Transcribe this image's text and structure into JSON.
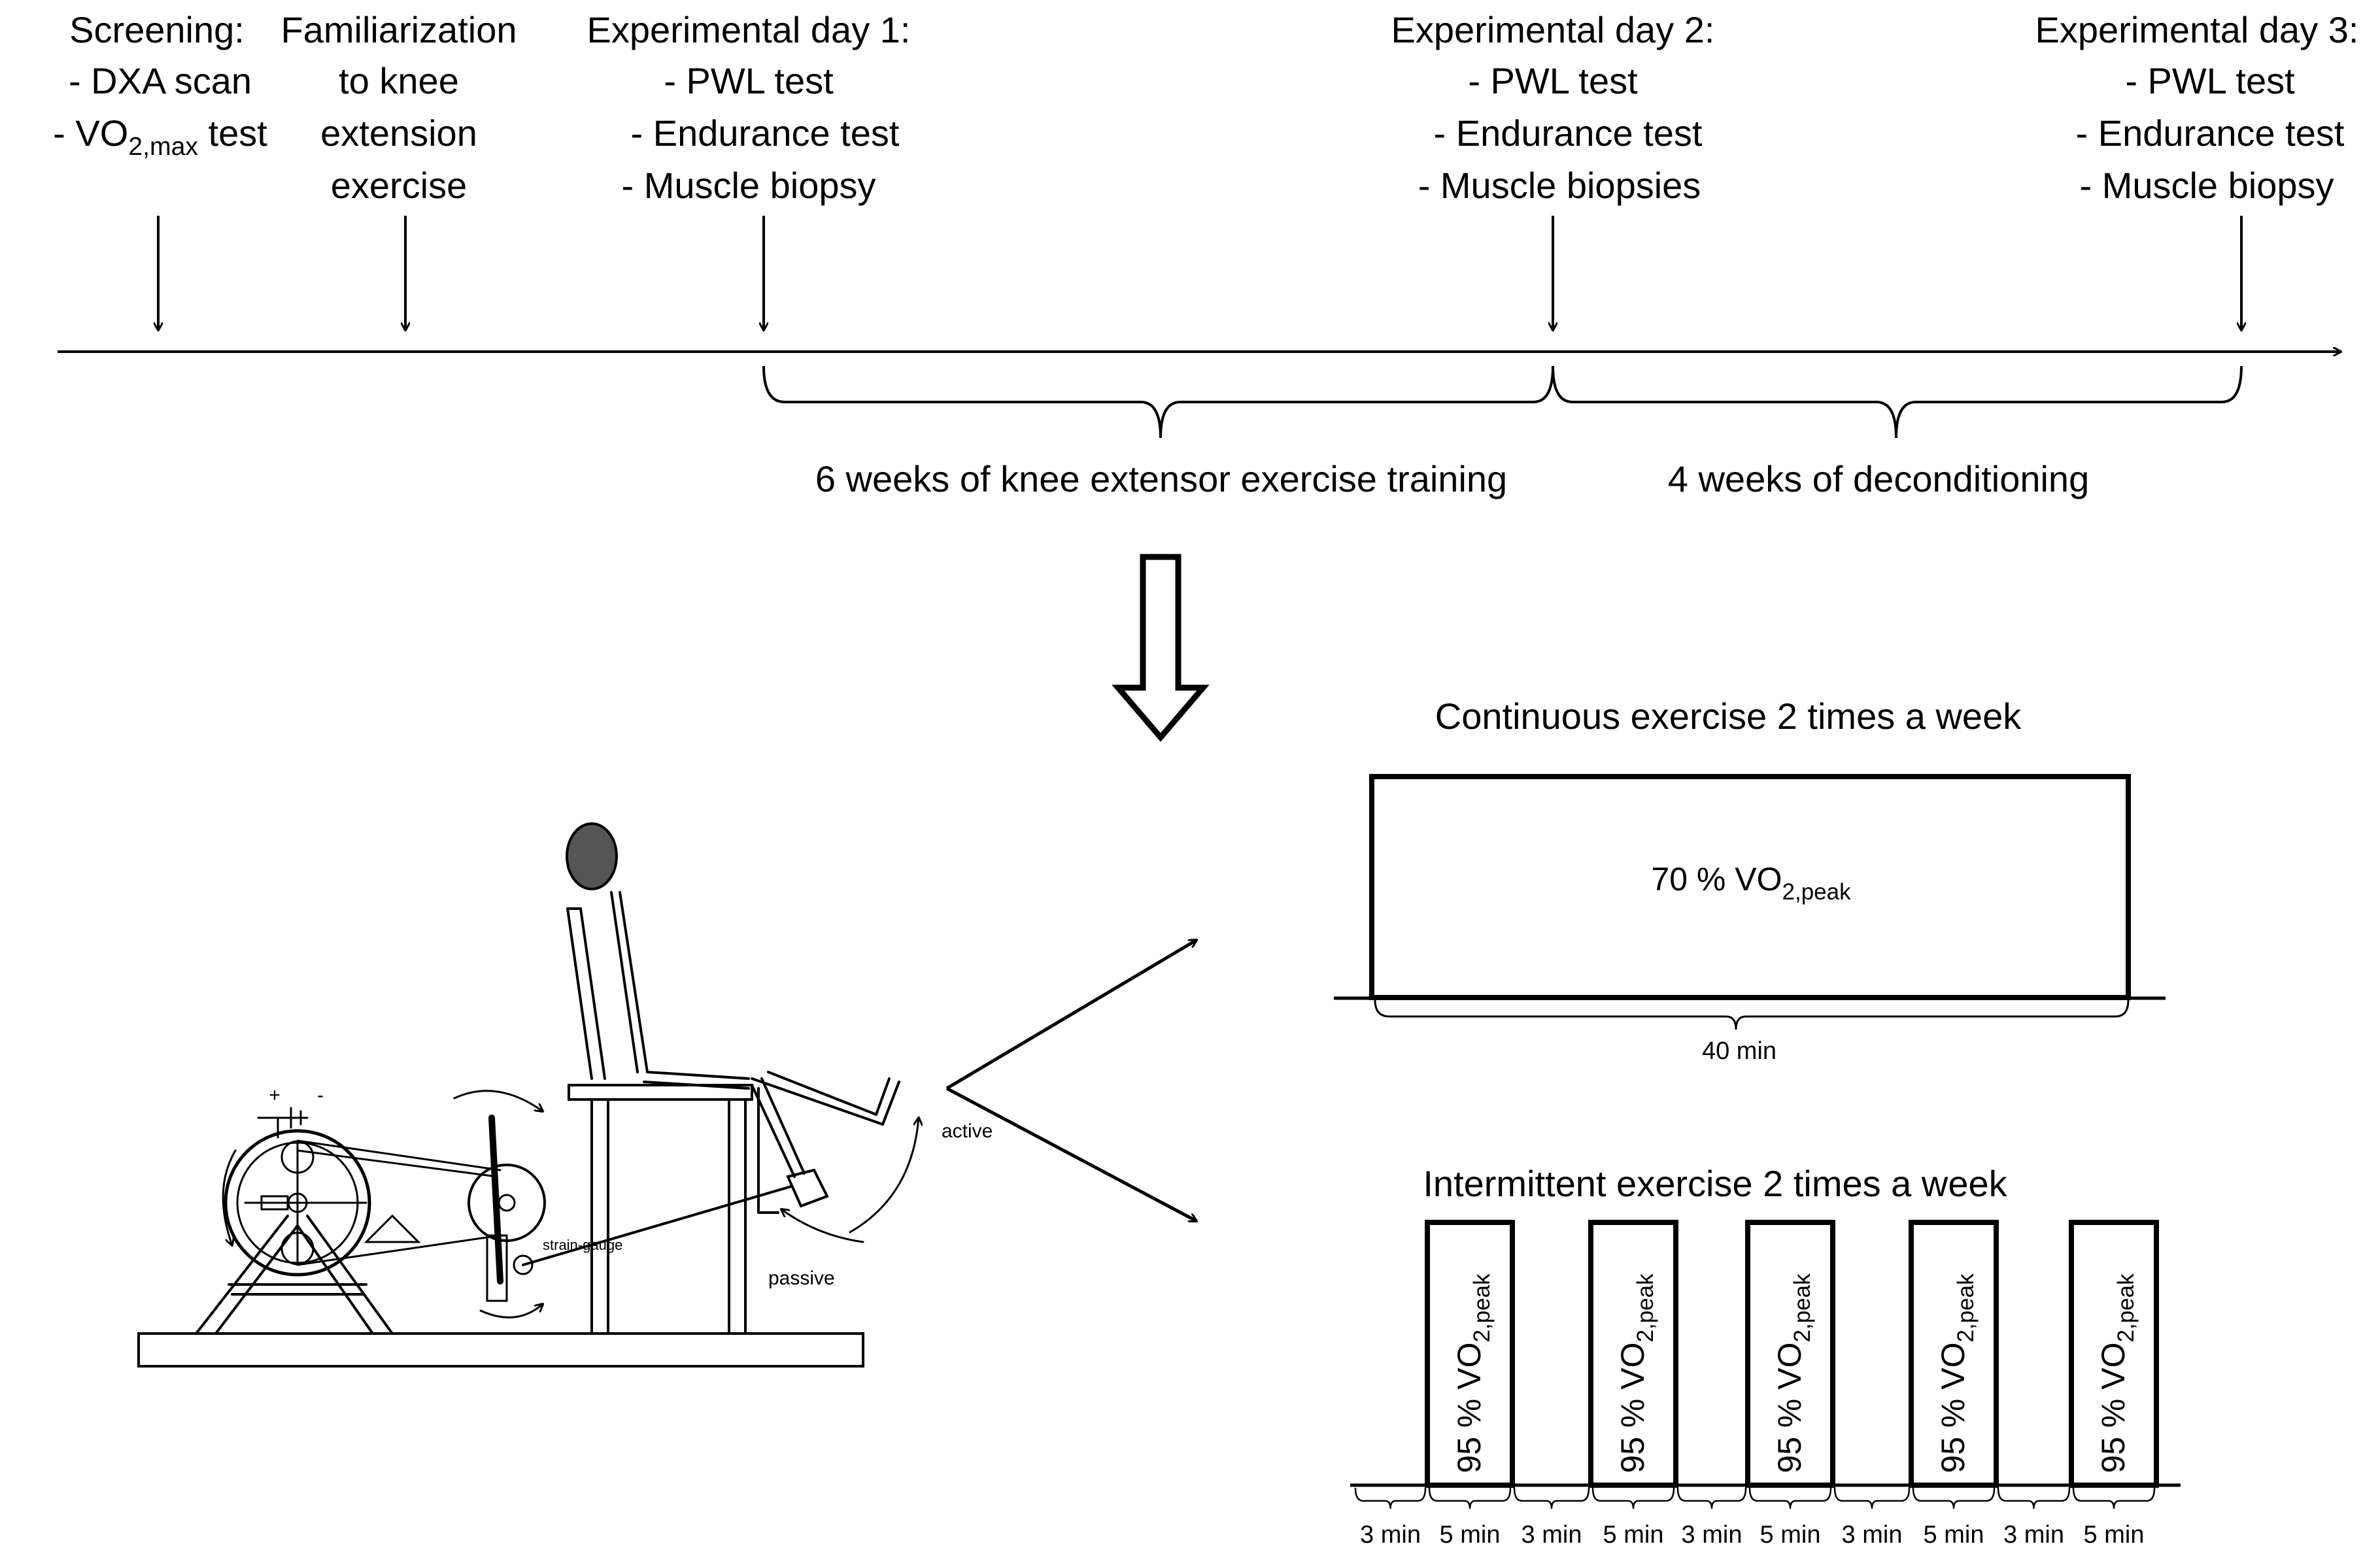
{
  "timeline": {
    "events": [
      {
        "title": "Screening:",
        "lines": [
          "- DXA scan"
        ],
        "vo2_line": {
          "prefix": "- VO",
          "sub": "2,max",
          "suffix": " test"
        }
      },
      {
        "title": "Familiarization",
        "lines": [
          "to knee",
          "extension",
          "exercise"
        ]
      },
      {
        "title": "Experimental day 1:",
        "lines": [
          "- PWL test",
          "- Endurance test",
          "- Muscle biopsy"
        ]
      },
      {
        "title": "Experimental day 2:",
        "lines": [
          "- PWL test",
          "- Endurance test",
          "- Muscle biopsies"
        ]
      },
      {
        "title": "Experimental day 3:",
        "lines": [
          "- PWL test",
          "- Endurance test",
          "- Muscle biopsy"
        ]
      }
    ],
    "phases": [
      {
        "label": "6 weeks of knee extensor exercise training"
      },
      {
        "label": "4 weeks of deconditioning"
      }
    ]
  },
  "continuous": {
    "title": "Continuous exercise 2 times a week",
    "intensity": {
      "prefix": "70 % VO",
      "sub": "2,peak"
    },
    "duration": "40 min"
  },
  "intermittent": {
    "title": "Intermittent exercise 2 times a week",
    "bouts": [
      {
        "prefix": "95 % VO",
        "sub": "2,peak"
      },
      {
        "prefix": "95 % VO",
        "sub": "2,peak"
      },
      {
        "prefix": "95 % VO",
        "sub": "2,peak"
      },
      {
        "prefix": "95 % VO",
        "sub": "2,peak"
      },
      {
        "prefix": "95 % VO",
        "sub": "2,peak"
      }
    ],
    "durations": [
      "3 min",
      "5 min",
      "3 min",
      "5 min",
      "3 min",
      "5 min",
      "3 min",
      "5 min",
      "3 min",
      "5 min"
    ]
  },
  "apparatus": {
    "labels": {
      "active": "active",
      "passive": "passive",
      "strain_gauge": "strain-gauge",
      "plus": "+",
      "minus": "-"
    }
  }
}
